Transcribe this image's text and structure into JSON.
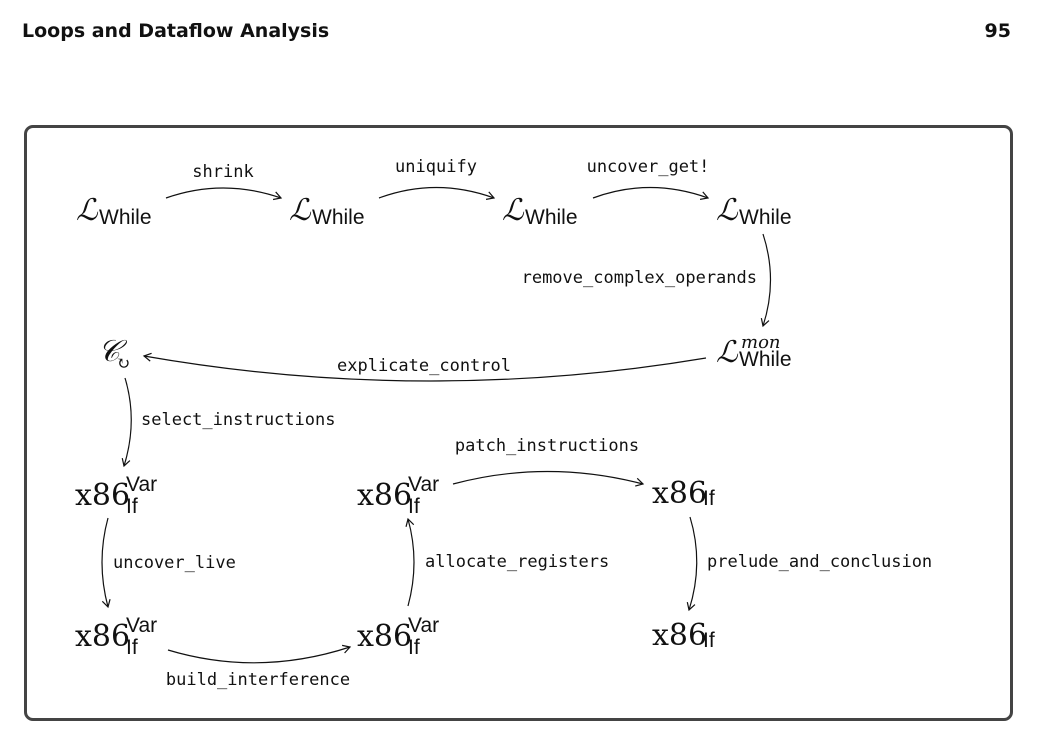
{
  "header": {
    "title": "Loops and Dataflow Analysis",
    "page_number": "95"
  },
  "nodes": {
    "lwhile1": {
      "symbol": "ℒ",
      "sub": "While"
    },
    "lwhile2": {
      "symbol": "ℒ",
      "sub": "While"
    },
    "lwhile3": {
      "symbol": "ℒ",
      "sub": "While"
    },
    "lwhile4": {
      "symbol": "ℒ",
      "sub": "While"
    },
    "lmon": {
      "symbol": "ℒ",
      "sup": "mon",
      "sub": "While"
    },
    "cloop": {
      "symbol": "𝒞",
      "sub": "↻"
    },
    "x86var1": {
      "base": "x86",
      "sup": "Var",
      "sub": "If"
    },
    "x86var2": {
      "base": "x86",
      "sup": "Var",
      "sub": "If"
    },
    "x86var3": {
      "base": "x86",
      "sup": "Var",
      "sub": "If"
    },
    "x86var4": {
      "base": "x86",
      "sup": "Var",
      "sub": "If"
    },
    "x86if1": {
      "base": "x86",
      "sub": "If"
    },
    "x86if2": {
      "base": "x86",
      "sub": "If"
    }
  },
  "edges": {
    "shrink": "shrink",
    "uniquify": "uniquify",
    "uncover_get": "uncover_get!",
    "remove_complex_operands": "remove_complex_operands",
    "explicate_control": "explicate_control",
    "select_instructions": "select_instructions",
    "uncover_live": "uncover_live",
    "build_interference": "build_interference",
    "allocate_registers": "allocate_registers",
    "patch_instructions": "patch_instructions",
    "prelude_and_conclusion": "prelude_and_conclusion"
  }
}
